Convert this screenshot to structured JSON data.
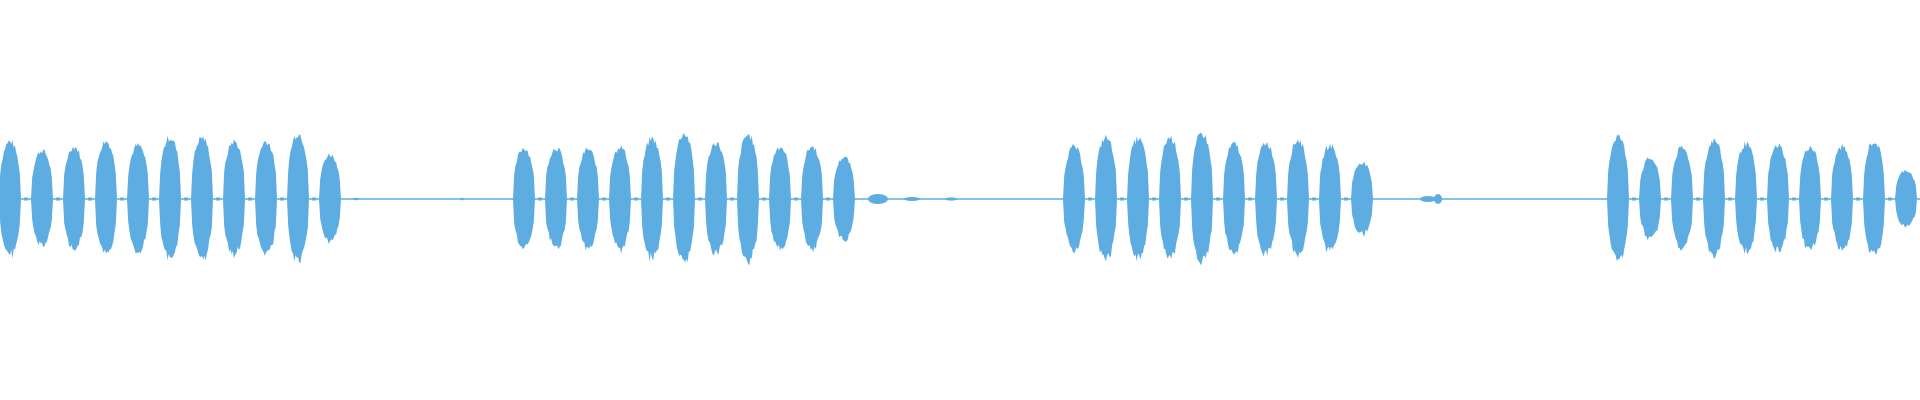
{
  "waveform": {
    "color": "#5dade2",
    "groups": [
      {
        "bursts": [
          0.88,
          0.74,
          0.8,
          0.88,
          0.82,
          0.94,
          0.94,
          0.88,
          0.88,
          1.0,
          0.68
        ]
      },
      {
        "bursts": [
          0.78,
          0.78,
          0.76,
          0.8,
          0.92,
          1.0,
          0.86,
          0.98,
          0.8,
          0.8,
          0.64
        ]
      },
      {
        "bursts": [
          0.8,
          0.94,
          0.92,
          0.94,
          1.0,
          0.84,
          0.86,
          0.9,
          0.82,
          0.56
        ]
      },
      {
        "bursts": [
          0.96,
          0.62,
          0.78,
          0.9,
          0.84,
          0.82,
          0.8,
          0.8,
          0.88,
          0.44
        ]
      }
    ]
  }
}
